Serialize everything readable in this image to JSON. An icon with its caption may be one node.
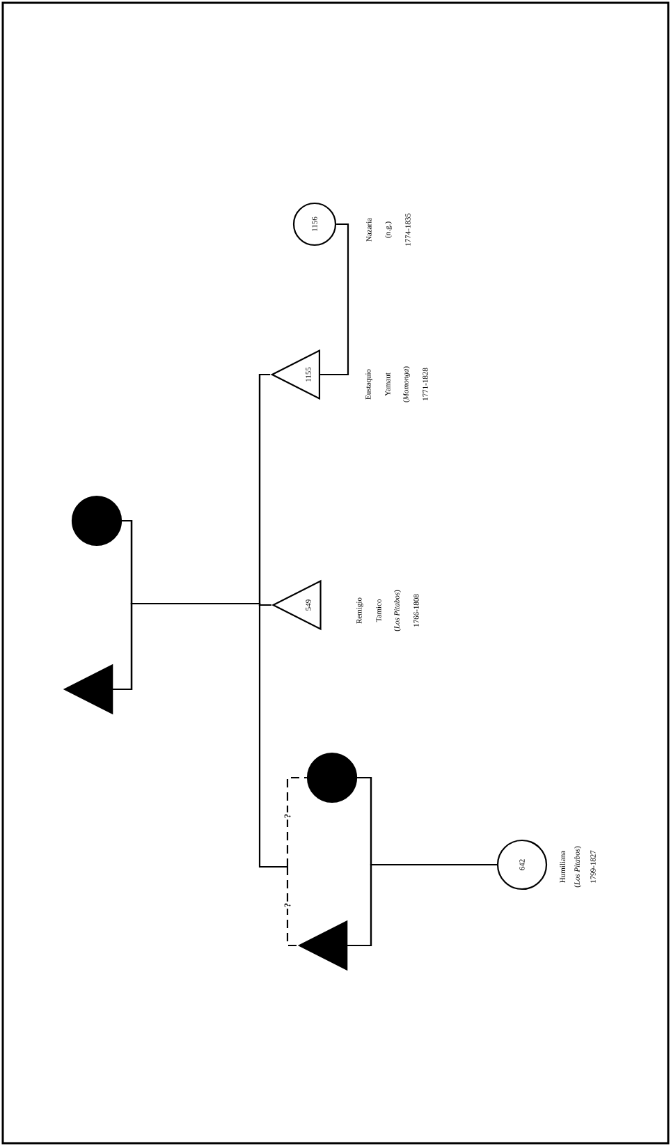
{
  "diagram": {
    "nodes": [
      {
        "text": [],
        "shape": "triangle"
      },
      {
        "text": [],
        "shape": "circle"
      },
      {
        "text": [
          "549"
        ],
        "beside": [
          "Remigio",
          "Tamico",
          "(*Los Pitabos*)",
          "1766-1808"
        ]
      },
      {
        "text": [
          "1155"
        ],
        "beside": [
          "Eustaquio",
          "Yamaut",
          "(*Momonga*)",
          "1771-1828"
        ]
      },
      {
        "text": [
          "1156"
        ],
        "beside": [
          "Nazaria",
          "(n.g.)",
          "1774-1835"
        ]
      },
      {
        "text": [],
        "shape": "circle"
      },
      {
        "text": [],
        "shape": "triangle"
      },
      {
        "text": [
          "642"
        ],
        "beside": [
          "Humiliana",
          "(*Los Pitabos*)",
          "1799-1827"
        ]
      }
    ],
    "edges": [
      {
        "from": 0,
        "to": 1,
        "arrow": "none"
      },
      {
        "from": 0,
        "to": 2,
        "arrow": "none"
      },
      {
        "from": 1,
        "to": 2,
        "arrow": "none"
      },
      {
        "from": 0,
        "to": 3,
        "arrow": "none"
      },
      {
        "from": 1,
        "to": 3,
        "arrow": "none"
      },
      {
        "from": 3,
        "to": 4,
        "arrow": "none"
      },
      {
        "from": 5,
        "to": 6,
        "arrow": "none"
      },
      {
        "from": 5,
        "to": 7,
        "arrow": "none"
      },
      {
        "from": 6,
        "to": 7,
        "arrow": "none"
      },
      {
        "from": null,
        "to": 5,
        "arrow": "none",
        "style": "dashed",
        "label": "?"
      },
      {
        "from": null,
        "to": 6,
        "arrow": "none",
        "style": "dashed",
        "label": "?"
      }
    ]
  }
}
